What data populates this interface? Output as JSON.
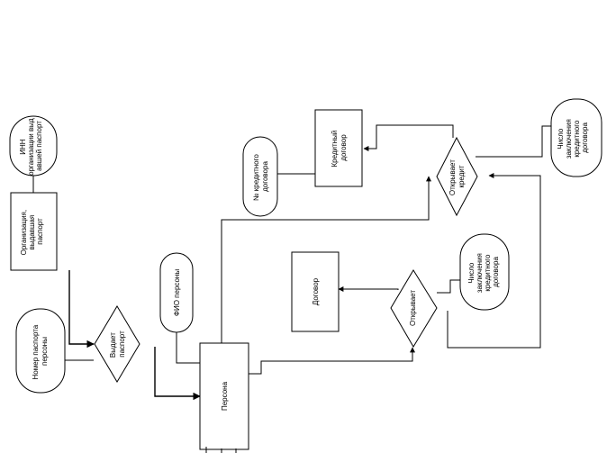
{
  "diagram": {
    "entities": {
      "person": "Персона",
      "issuing_org": [
        "Организация,",
        "выдавшая",
        "паспорт"
      ],
      "credit_contract": [
        "Кредитный",
        "договор"
      ],
      "contract": "Договор"
    },
    "relationships": {
      "issues_passport": [
        "Выдает",
        "паспорт"
      ],
      "opens": "Открывает",
      "opens_credit": [
        "Открывает",
        "кредит"
      ]
    },
    "attributes": {
      "passport_number": [
        "Номер паспорта",
        "персоны"
      ],
      "issuing_org_inn": [
        "ИНН",
        "организации выд",
        "авшей паспорт"
      ],
      "person_name": "ФИО персоны",
      "credit_contract_number": [
        "№ кредитного",
        "договора"
      ],
      "contract_date_1": [
        "Число",
        "заключения",
        "кредитного",
        "договора"
      ],
      "contract_date_2": [
        "Число",
        "заключения",
        "кредитного",
        "договора"
      ]
    }
  }
}
